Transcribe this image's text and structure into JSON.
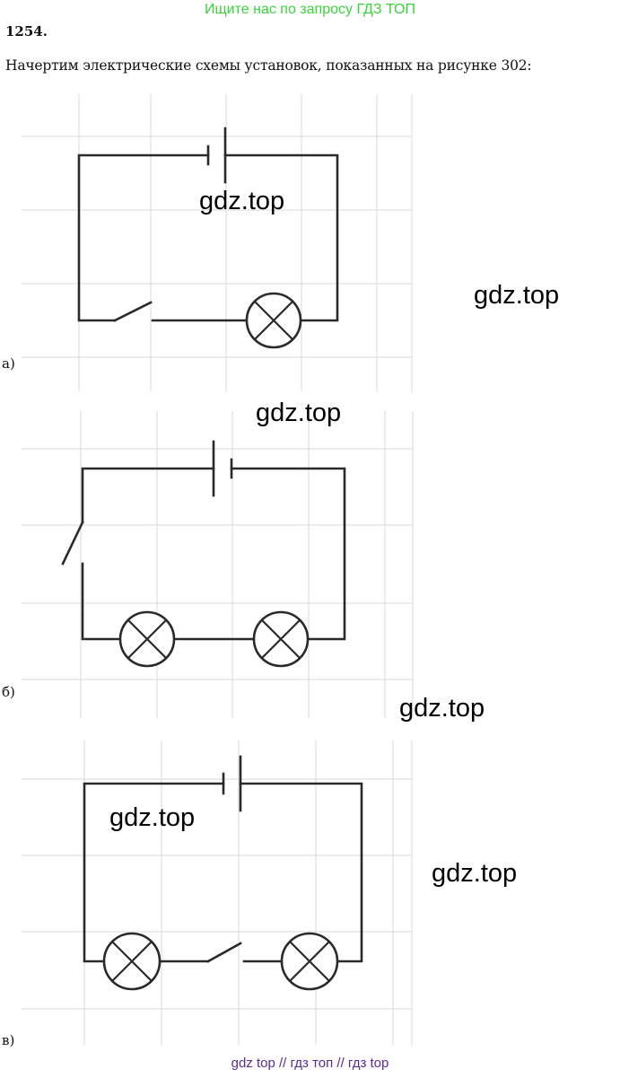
{
  "banner": "Ищите нас по запросу ГДЗ ТОП",
  "problem": {
    "number": "1254",
    "text": "Начертим электрические схемы установок, показанных на рисунке 302:"
  },
  "watermark": "gdz.top",
  "figures": {
    "a": {
      "label": "а)"
    },
    "b": {
      "label": "б)"
    },
    "c": {
      "label": "в)"
    }
  },
  "footer": "gdz top  //  гдз топ  //  гдз top"
}
